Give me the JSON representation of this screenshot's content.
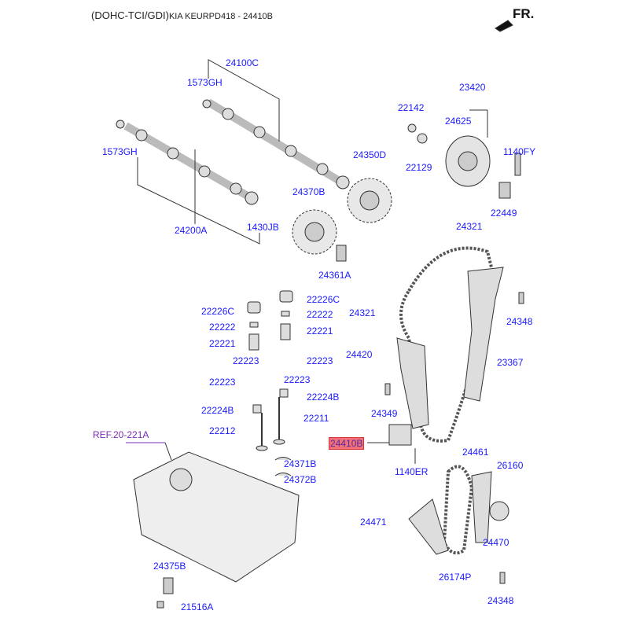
{
  "header": {
    "model": "(DOHC-TCI/GDI)",
    "catalog": "KIA KEURPD418 - 24410B",
    "direction": "FR."
  },
  "labels": {
    "l24100C": "24100C",
    "l1573GH_a": "1573GH",
    "l1573GH_b": "1573GH",
    "l24200A": "24200A",
    "l1430JB": "1430JB",
    "l24370B": "24370B",
    "l24361A": "24361A",
    "l24350D": "24350D",
    "l22142": "22142",
    "l22129": "22129",
    "l23420": "23420",
    "l24625": "24625",
    "l1140FY": "1140FY",
    "l22449": "22449",
    "l24321_a": "24321",
    "l24321_b": "24321",
    "l24348_a": "24348",
    "l22226C_a": "22226C",
    "l22226C_b": "22226C",
    "l22222_a": "22222",
    "l22222_b": "22222",
    "l22221_a": "22221",
    "l22221_b": "22221",
    "l22223_a": "22223",
    "l22223_b": "22223",
    "l22223_c": "22223",
    "l22223_d": "22223",
    "l22224B_a": "22224B",
    "l22224B_b": "22224B",
    "l22211": "22211",
    "l22212": "22212",
    "l24420": "24420",
    "l23367": "23367",
    "l24349": "24349",
    "l24410B": "24410B",
    "l1140ER": "1140ER",
    "l24371B": "24371B",
    "l24372B": "24372B",
    "l24461": "24461",
    "l26160": "26160",
    "l24471": "24471",
    "l24470": "24470",
    "l26174P": "26174P",
    "l24348_b": "24348",
    "l24375B": "24375B",
    "l21516A": "21516A",
    "ref": "REF.20-221A"
  },
  "highlight_color": "#f0707a"
}
